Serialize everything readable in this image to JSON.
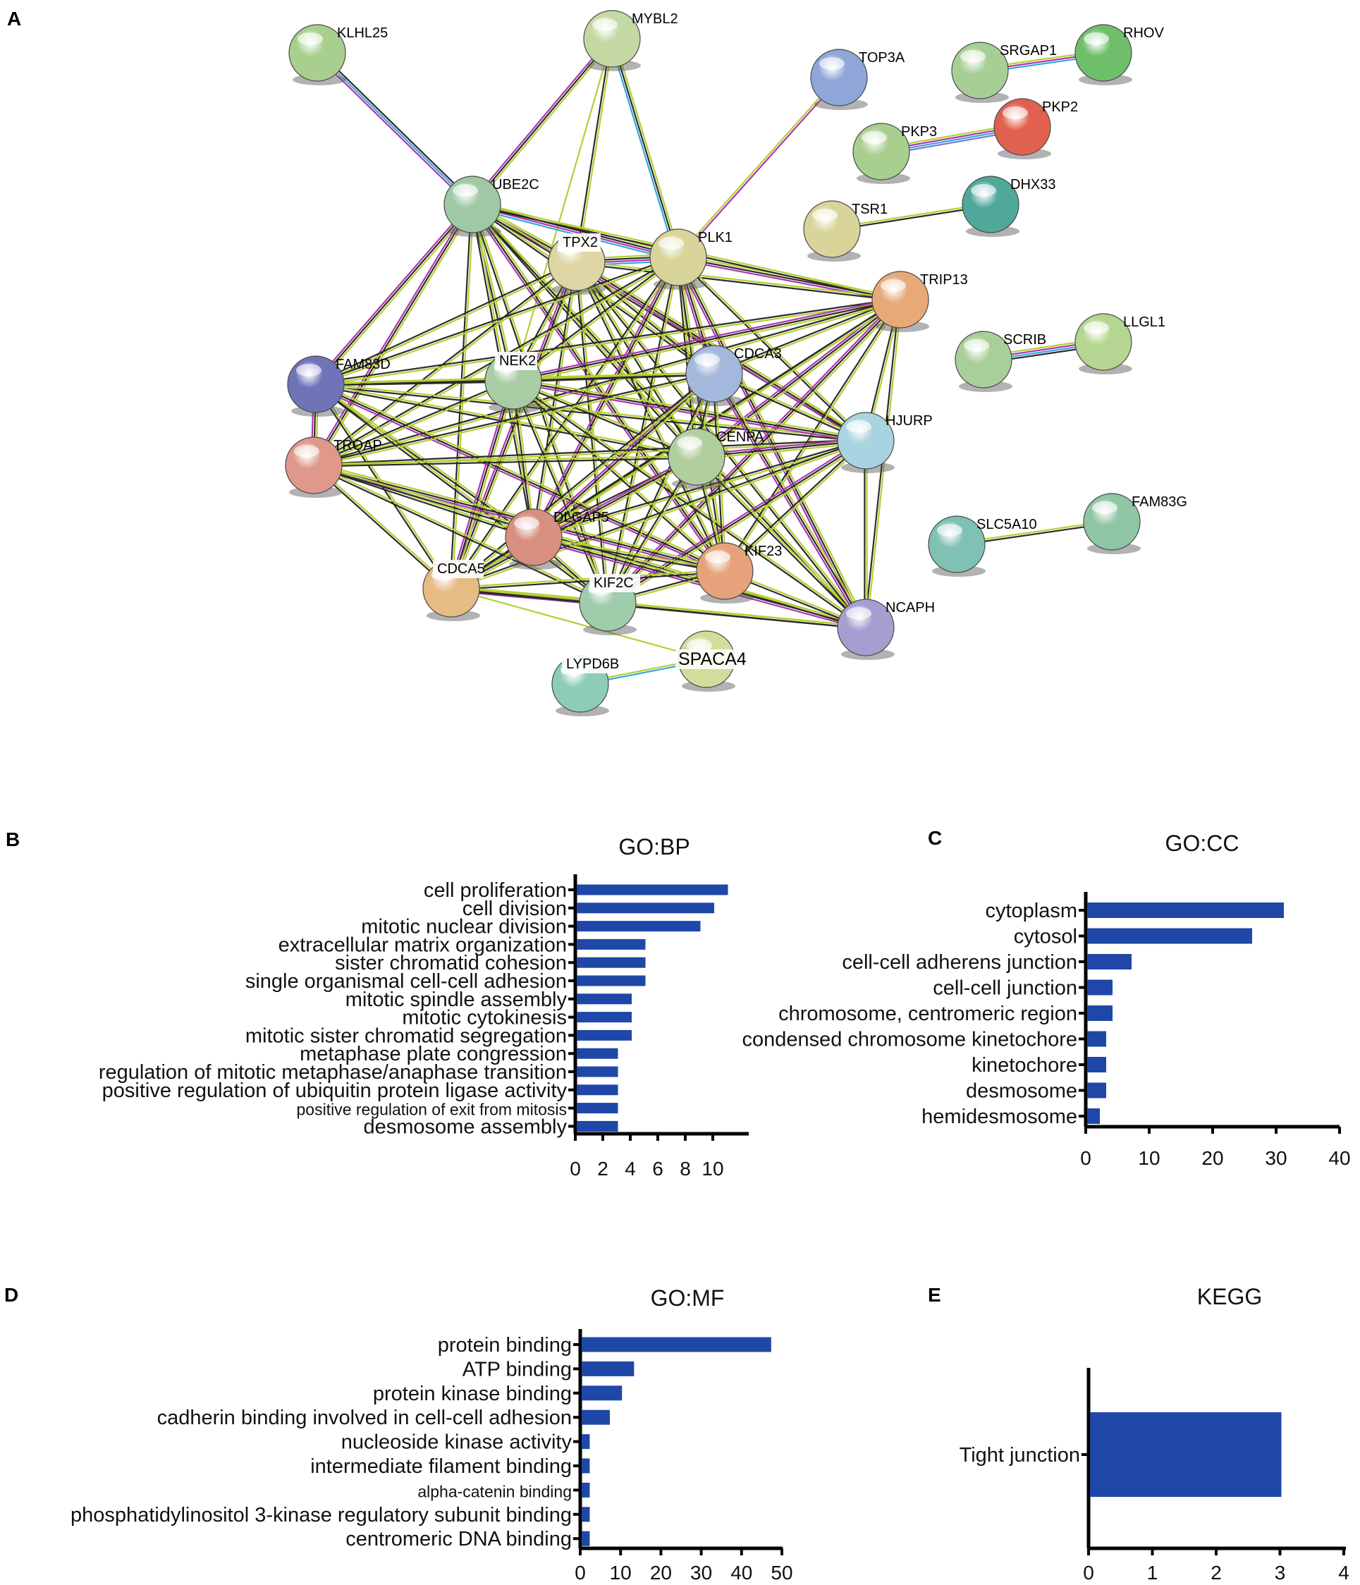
{
  "panels": {
    "A": "A",
    "B": "B",
    "C": "C",
    "D": "D",
    "E": "E"
  },
  "colors": {
    "bar": "#1f47a8",
    "axis": "#000000"
  },
  "network": {
    "nodes": [
      {
        "id": "KLHL25",
        "label": "KLHL25",
        "color": "#a9cf8e"
      },
      {
        "id": "MYBL2",
        "label": "MYBL2",
        "color": "#c4d8a4"
      },
      {
        "id": "TOP3A",
        "label": "TOP3A",
        "color": "#8fa6d8"
      },
      {
        "id": "SRGAP1",
        "label": "SRGAP1",
        "color": "#a7cf95"
      },
      {
        "id": "RHOV",
        "label": "RHOV",
        "color": "#6fbf6a"
      },
      {
        "id": "PKP3",
        "label": "PKP3",
        "color": "#a9cf8e"
      },
      {
        "id": "PKP2",
        "label": "PKP2",
        "color": "#e0614f"
      },
      {
        "id": "TSR1",
        "label": "TSR1",
        "color": "#d8d49a"
      },
      {
        "id": "DHX33",
        "label": "DHX33",
        "color": "#4fa89a"
      },
      {
        "id": "UBE2C",
        "label": "UBE2C",
        "color": "#9ec9a4"
      },
      {
        "id": "TPX2",
        "label": "TPX2",
        "color": "#ddd6a4"
      },
      {
        "id": "PLK1",
        "label": "PLK1",
        "color": "#d8d49a"
      },
      {
        "id": "TRIP13",
        "label": "TRIP13",
        "color": "#e8a979"
      },
      {
        "id": "SCRIB",
        "label": "SCRIB",
        "color": "#a9cf98"
      },
      {
        "id": "LLGL1",
        "label": "LLGL1",
        "color": "#b5d690"
      },
      {
        "id": "FAM83D",
        "label": "FAM83D",
        "color": "#6f73b8"
      },
      {
        "id": "NEK2",
        "label": "NEK2",
        "color": "#a9cca4"
      },
      {
        "id": "CDCA3",
        "label": "CDCA3",
        "color": "#a3b8dc"
      },
      {
        "id": "HJURP",
        "label": "HJURP",
        "color": "#a8d3e0"
      },
      {
        "id": "TROAP",
        "label": "TROAP",
        "color": "#e0988a"
      },
      {
        "id": "CENPA",
        "label": "CENPA",
        "color": "#b1cf9e"
      },
      {
        "id": "SLC5A10",
        "label": "SLC5A10",
        "color": "#7fc1b3"
      },
      {
        "id": "FAM83G",
        "label": "FAM83G",
        "color": "#8fc6a4"
      },
      {
        "id": "DLGAP5",
        "label": "DLGAP5",
        "color": "#d98f80"
      },
      {
        "id": "CDCA5",
        "label": "CDCA5",
        "color": "#e6bb84"
      },
      {
        "id": "KIF23",
        "label": "KIF23",
        "color": "#e6a27a"
      },
      {
        "id": "KIF2C",
        "label": "KIF2C",
        "color": "#9fccaa"
      },
      {
        "id": "NCAPH",
        "label": "NCAPH",
        "color": "#a59ed0"
      },
      {
        "id": "SPACA4",
        "label": "SPACA4",
        "color": "#d4dc9c"
      },
      {
        "id": "LYPD6B",
        "label": "LYPD6B",
        "color": "#8cccb8"
      }
    ],
    "edge_colors": [
      "#b5cf33",
      "#2b2b2b",
      "#b034b0",
      "#34a8d8",
      "#7a7ad0"
    ]
  },
  "chart_data": [
    {
      "panel": "B",
      "type": "bar",
      "orientation": "horizontal",
      "title": "GO:BP",
      "categories": [
        "cell proliferation",
        "cell division",
        "mitotic nuclear division",
        "extracellular matrix organization",
        "sister chromatid cohesion",
        "single organismal cell-cell adhesion",
        "mitotic spindle assembly",
        "mitotic cytokinesis",
        "mitotic sister chromatid segregation",
        "metaphase plate congression",
        "regulation of mitotic metaphase/anaphase transition",
        "positive regulation of ubiquitin protein ligase activity",
        "positive regulation of exit from mitosis",
        "desmosome assembly"
      ],
      "values": [
        11,
        10,
        9,
        5,
        5,
        5,
        4,
        4,
        4,
        3,
        3,
        3,
        3,
        3
      ],
      "xticks": [
        "0",
        "2",
        "4",
        "6",
        "8",
        "10"
      ],
      "xlim": [
        0,
        12
      ]
    },
    {
      "panel": "C",
      "type": "bar",
      "orientation": "horizontal",
      "title": "GO:CC",
      "categories": [
        "cytoplasm",
        "cytosol",
        "cell-cell adherens junction",
        "cell-cell junction",
        "chromosome, centromeric region",
        "condensed chromosome kinetochore",
        "kinetochore",
        "desmosome",
        "hemidesmosome"
      ],
      "values": [
        31,
        26,
        7,
        4,
        4,
        3,
        3,
        3,
        2
      ],
      "xticks": [
        "0",
        "10",
        "20",
        "30",
        "40"
      ],
      "xlim": [
        0,
        40
      ]
    },
    {
      "panel": "D",
      "type": "bar",
      "orientation": "horizontal",
      "title": "GO:MF",
      "categories": [
        "protein binding",
        "ATP binding",
        "protein kinase binding",
        "cadherin binding involved in cell-cell adhesion",
        "nucleoside kinase activity",
        "intermediate filament binding",
        "alpha-catenin binding",
        "phosphatidylinositol 3-kinase regulatory subunit binding",
        "centromeric DNA binding"
      ],
      "values": [
        47,
        13,
        10,
        7,
        2,
        2,
        2,
        2,
        2
      ],
      "xticks": [
        "0",
        "10",
        "20",
        "30",
        "40",
        "50"
      ],
      "xlim": [
        0,
        50
      ]
    },
    {
      "panel": "E",
      "type": "bar",
      "orientation": "horizontal",
      "title": "KEGG",
      "categories": [
        "Tight junction"
      ],
      "values": [
        3
      ],
      "xticks": [
        "0",
        "1",
        "2",
        "3",
        "4"
      ],
      "xlim": [
        0,
        4
      ]
    }
  ]
}
